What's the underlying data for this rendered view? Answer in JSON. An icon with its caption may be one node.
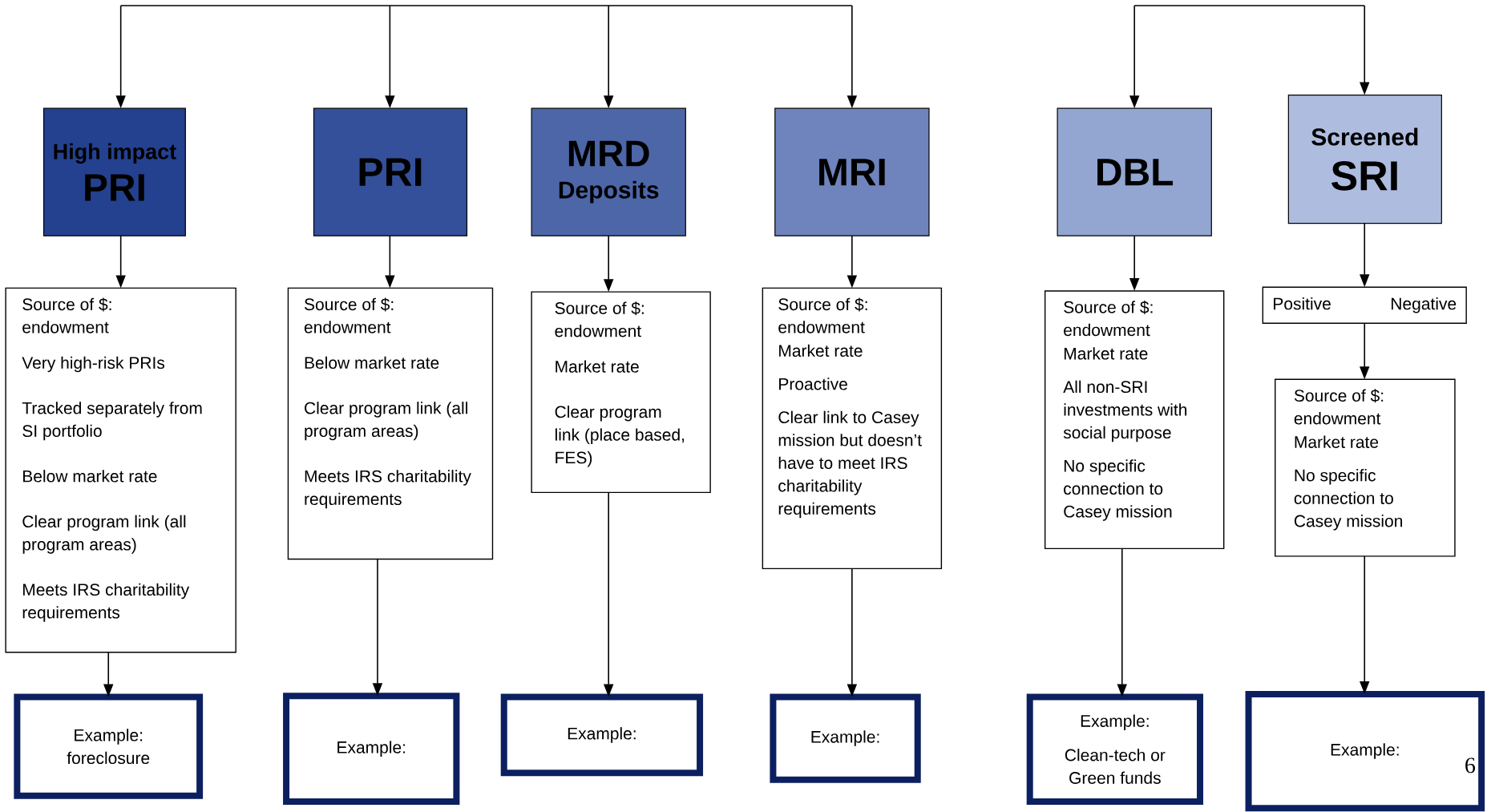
{
  "diagram": {
    "nodes": [
      {
        "text": [
          "High impact",
          "PRI"
        ]
      },
      {
        "text": [
          "PRI"
        ]
      },
      {
        "text": [
          "MRD",
          "Deposits"
        ]
      },
      {
        "text": [
          "MRI"
        ]
      },
      {
        "text": [
          "DBL"
        ]
      },
      {
        "text": [
          "Screened",
          "SRI"
        ]
      },
      {
        "text": [
          "Source of $: endowment",
          "Very high-risk PRIs",
          "Tracked separately from SI portfolio",
          "Below market rate",
          "Clear program link (all program areas)",
          "Meets IRS charitability requirements"
        ]
      },
      {
        "text": [
          "Source of $: endowment",
          "Below market rate",
          "Clear program link (all program areas)",
          "Meets IRS charitability requirements"
        ]
      },
      {
        "text": [
          "Source of $: endowment",
          "Market rate",
          "Clear program link (place based, FES)"
        ]
      },
      {
        "text": [
          "Source of $: endowment",
          "Market rate",
          "Proactive",
          "Clear link to Casey mission but doesn’t have to meet IRS charitability requirements"
        ]
      },
      {
        "text": [
          "Source of $: endowment",
          "Market rate",
          "All non-SRI investments with social purpose",
          "No specific connection to Casey mission"
        ]
      },
      {
        "text": [
          "Positive",
          "Negative"
        ]
      },
      {
        "text": [
          "Source of $: endowment",
          "Market rate",
          "No specific connection to Casey mission"
        ]
      },
      {
        "text": [
          "Example:",
          "foreclosure"
        ]
      },
      {
        "text": [
          "Example:"
        ]
      },
      {
        "text": [
          "Example:"
        ]
      },
      {
        "text": [
          "Example:"
        ]
      },
      {
        "text": [
          "Example:",
          "Clean-tech or Green funds"
        ]
      },
      {
        "text": [
          "Example:"
        ]
      }
    ],
    "edges": [
      {
        "from": null,
        "to": 0,
        "arrow": "to"
      },
      {
        "from": null,
        "to": 1,
        "arrow": "to"
      },
      {
        "from": null,
        "to": 2,
        "arrow": "to"
      },
      {
        "from": null,
        "to": 3,
        "arrow": "to"
      },
      {
        "from": null,
        "to": 4,
        "arrow": "to"
      },
      {
        "from": null,
        "to": 5,
        "arrow": "to"
      },
      {
        "from": 0,
        "to": 6,
        "arrow": "to"
      },
      {
        "from": 1,
        "to": 7,
        "arrow": "to"
      },
      {
        "from": 2,
        "to": 8,
        "arrow": "to"
      },
      {
        "from": 3,
        "to": 9,
        "arrow": "to"
      },
      {
        "from": 4,
        "to": 10,
        "arrow": "to"
      },
      {
        "from": 5,
        "to": 11,
        "arrow": "to"
      },
      {
        "from": 11,
        "to": 12,
        "arrow": "to"
      },
      {
        "from": 6,
        "to": 13,
        "arrow": "to"
      },
      {
        "from": 7,
        "to": 14,
        "arrow": "to"
      },
      {
        "from": 8,
        "to": 15,
        "arrow": "to"
      },
      {
        "from": 9,
        "to": 16,
        "arrow": "to"
      },
      {
        "from": 10,
        "to": 17,
        "arrow": "to"
      },
      {
        "from": 12,
        "to": 18,
        "arrow": "to"
      }
    ],
    "labels": [
      "6"
    ]
  }
}
